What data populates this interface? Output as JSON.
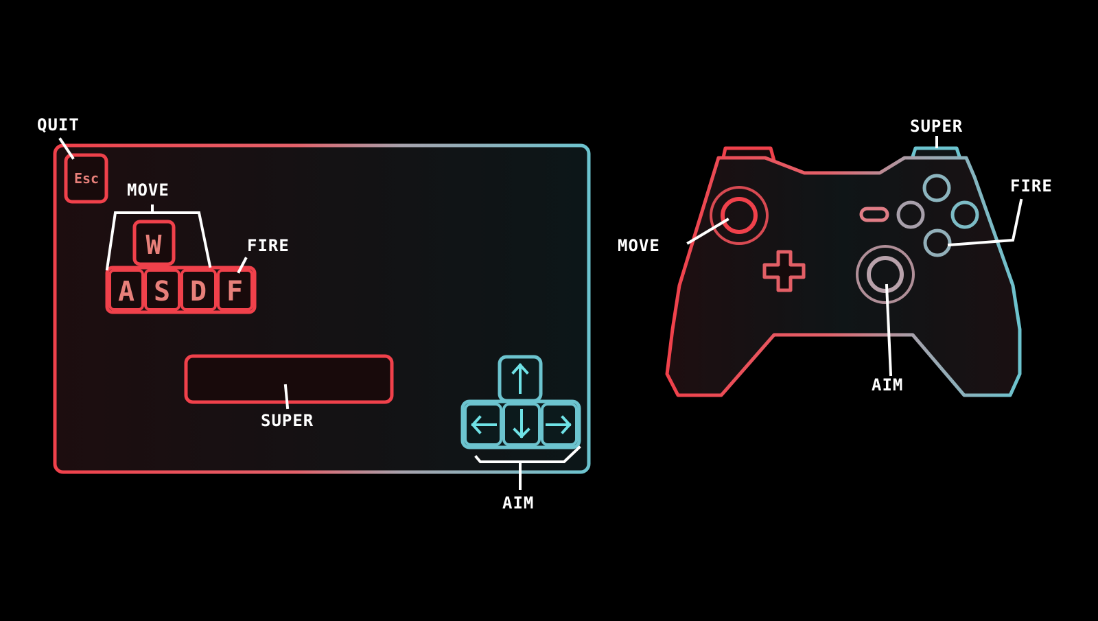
{
  "colors": {
    "red": "#f0414b",
    "cyan": "#6cc4cf",
    "mid": "#a6a2ac",
    "white": "#ffffff",
    "key_text_red": "#e8807a",
    "key_text_cyan": "#6fe2e6",
    "background": "#000000"
  },
  "keyboard": {
    "labels": {
      "quit": "QUIT",
      "move": "MOVE",
      "fire": "FIRE",
      "super": "SUPER",
      "aim": "AIM"
    },
    "keys": {
      "esc": "Esc",
      "w": "W",
      "a": "A",
      "s": "S",
      "d": "D",
      "f": "F",
      "space": ""
    },
    "arrow_keys": [
      "up-arrow-icon",
      "left-arrow-icon",
      "down-arrow-icon",
      "right-arrow-icon"
    ]
  },
  "gamepad": {
    "labels": {
      "super": "SUPER",
      "fire": "FIRE",
      "move": "MOVE",
      "aim": "AIM"
    },
    "icons": [
      "left-stick-icon",
      "right-stick-icon",
      "dpad-icon",
      "face-buttons-icon",
      "select-button-icon"
    ]
  }
}
